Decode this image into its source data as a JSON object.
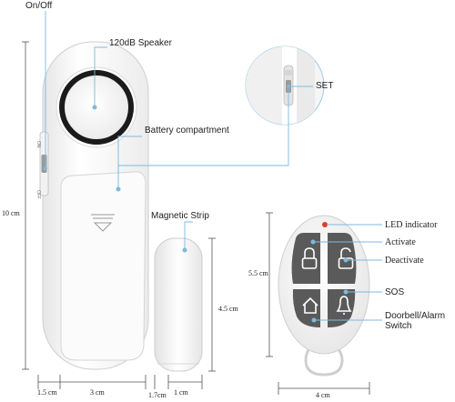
{
  "labels": {
    "on_off": "On/Off",
    "speaker": "120dB Speaker",
    "set": "SET",
    "battery": "Battery compartment",
    "magnetic_strip": "Magnetic Strip",
    "led_indicator": "LED indicator",
    "activate": "Activate",
    "deactivate": "Deactivate",
    "sos": "SOS",
    "doorbell_line1": "Doorbell/Alarm",
    "doorbell_line2": "Switch",
    "switch_on": "ON",
    "switch_off": "OFF"
  },
  "dimensions": {
    "height_alarm": "10 cm",
    "width_alarm": "3 cm",
    "depth_alarm": "1.5 cm",
    "height_strip": "4.5 cm",
    "width_strip": "1 cm",
    "depth_strip": "1.7cm",
    "height_remote": "5.5 cm",
    "width_remote": "4 cm"
  },
  "colors": {
    "accent_line": "#7fb9dd",
    "dim_line": "#555555",
    "led": "#e23a2a",
    "button": "#5a5a5a"
  },
  "icons": [
    "lock-closed-icon",
    "lock-open-icon",
    "house-icon",
    "bell-icon"
  ]
}
